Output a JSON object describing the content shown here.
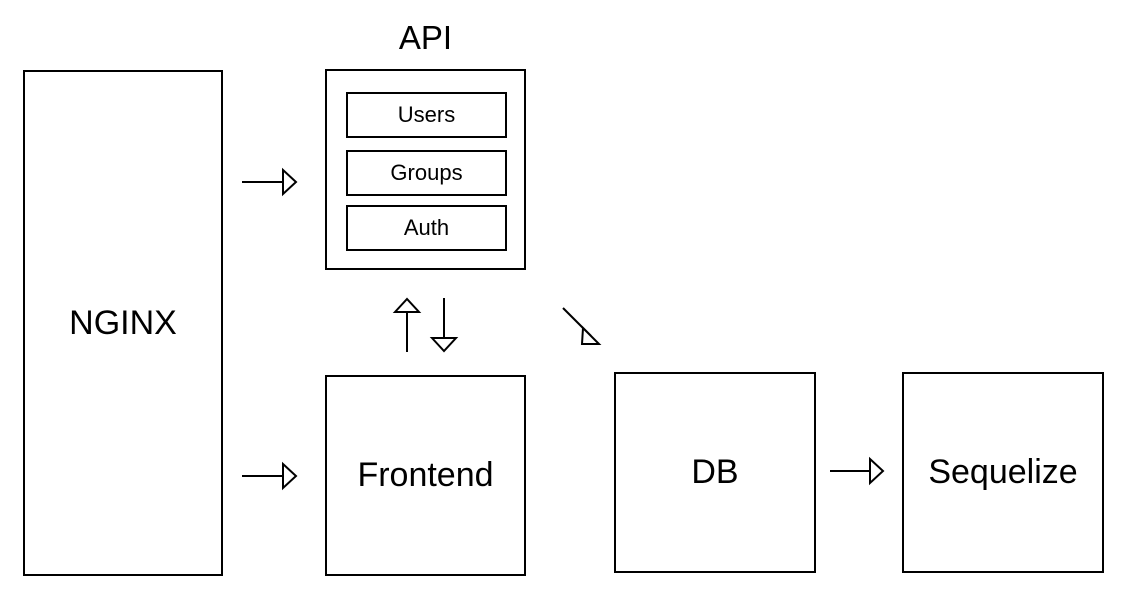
{
  "diagram": {
    "nginx": {
      "label": "NGINX"
    },
    "api": {
      "title": "API",
      "modules": [
        "Users",
        "Groups",
        "Auth"
      ]
    },
    "frontend": {
      "label": "Frontend"
    },
    "db": {
      "label": "DB"
    },
    "sequelize": {
      "label": "Sequelize"
    },
    "colors": {
      "stroke": "#000000",
      "background": "#ffffff"
    },
    "connections": [
      {
        "from": "NGINX",
        "to": "API",
        "direction": "right"
      },
      {
        "from": "NGINX",
        "to": "Frontend",
        "direction": "right"
      },
      {
        "from": "Frontend",
        "to": "API",
        "direction": "up"
      },
      {
        "from": "API",
        "to": "Frontend",
        "direction": "down"
      },
      {
        "from": "API",
        "to": "DB",
        "direction": "down-right"
      },
      {
        "from": "DB",
        "to": "Sequelize",
        "direction": "right"
      }
    ]
  }
}
